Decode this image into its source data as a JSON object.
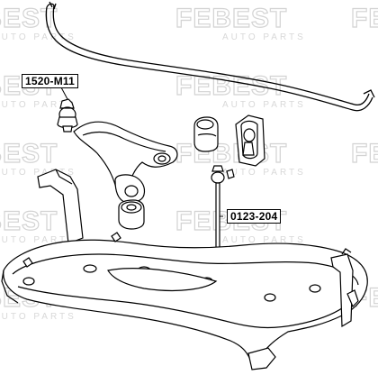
{
  "watermark": {
    "brand": "FEBEST",
    "tagline": "AUTO PARTS",
    "color": "#d0d0d0"
  },
  "parts": [
    {
      "label": "1520-M11"
    },
    {
      "label": "0123-204"
    }
  ],
  "colors": {
    "line": "#000000",
    "background": "#ffffff"
  }
}
